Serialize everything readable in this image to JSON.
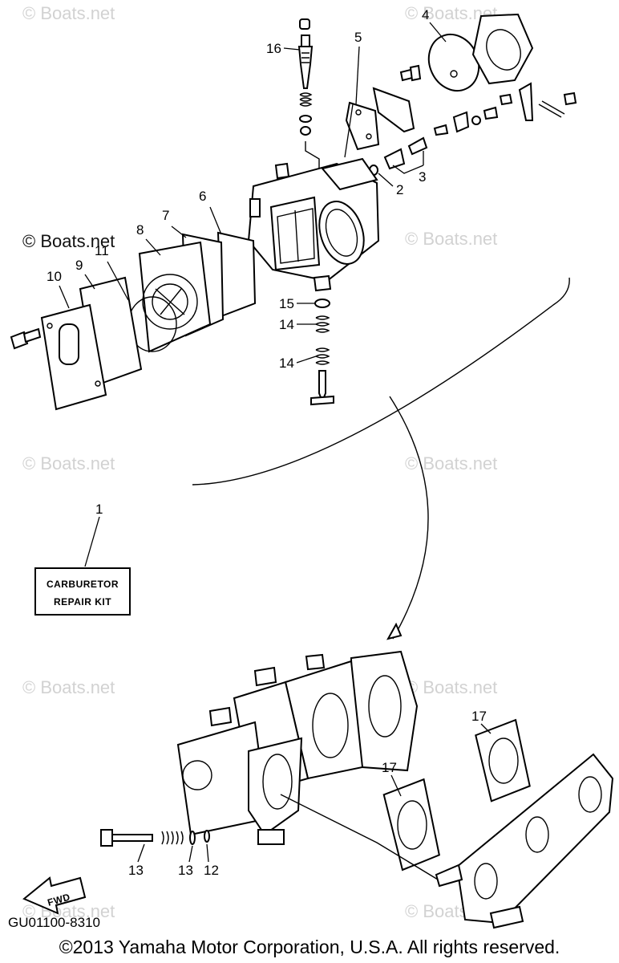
{
  "watermark": "© Boats.net",
  "watermark_dark": "© Boats.net",
  "kit_label": {
    "line1": "CARBURETOR",
    "line2": "REPAIR KIT"
  },
  "fwd_label": "FWD",
  "diagram_code": "GU01100-8310",
  "copyright": "©2013 Yamaha Motor Corporation, U.S.A. All rights reserved.",
  "callouts": {
    "c1": "1",
    "c2": "2",
    "c3": "3",
    "c4": "4",
    "c5": "5",
    "c6": "6",
    "c7": "7",
    "c8": "8",
    "c9": "9",
    "c10": "10",
    "c11": "11",
    "c12": "12",
    "c13a": "13",
    "c13b": "13",
    "c14a": "14",
    "c14b": "14",
    "c15": "15",
    "c16": "16",
    "c17a": "17",
    "c17b": "17"
  }
}
